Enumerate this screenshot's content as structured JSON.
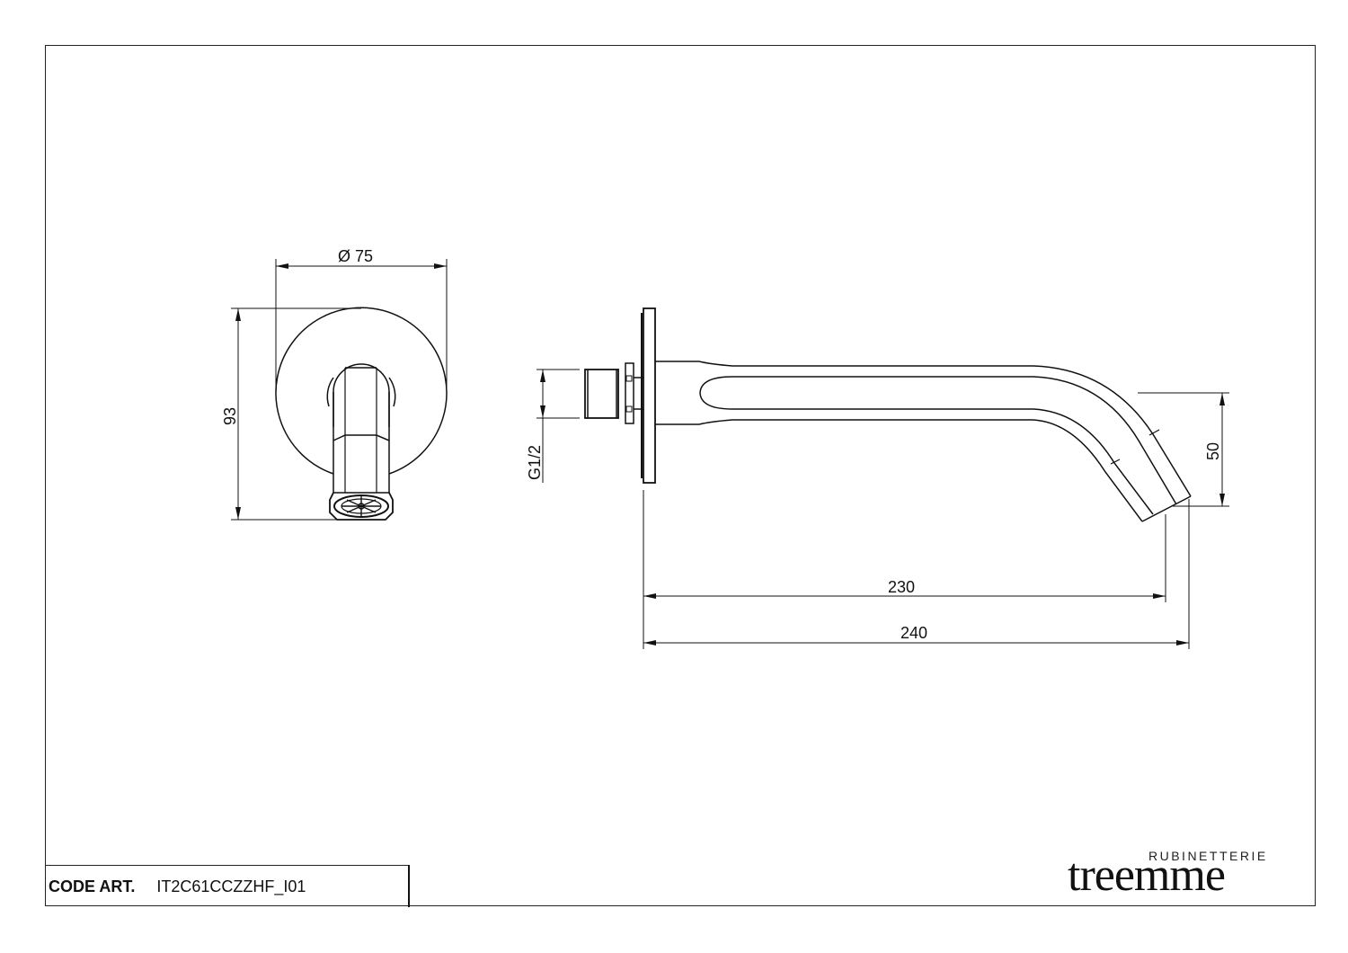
{
  "title_block": {
    "code_label": "CODE ART.",
    "code_value": "IT2C61CCZZHF_I01"
  },
  "brand": {
    "sub": "RUBINETTERIE",
    "name": "treemme"
  },
  "views": {
    "front": {
      "diameter_label": "Ø 75",
      "height_label": "93"
    },
    "side": {
      "thread_label": "G1/2",
      "drop_label": "50",
      "length_inner_label": "230",
      "length_overall_label": "240"
    }
  },
  "colors": {
    "line": "#111111",
    "background": "#ffffff"
  }
}
